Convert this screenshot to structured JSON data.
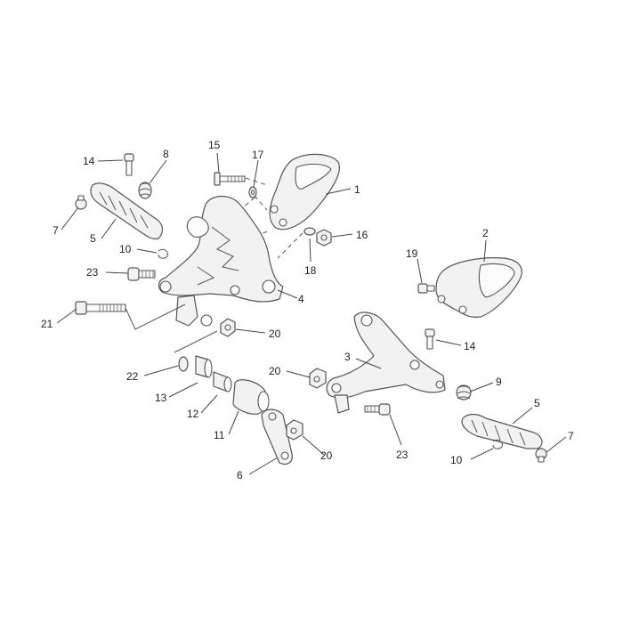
{
  "callouts": [
    {
      "id": "c1",
      "text": "1"
    },
    {
      "id": "c2",
      "text": "2"
    },
    {
      "id": "c3",
      "text": "3"
    },
    {
      "id": "c4",
      "text": "4"
    },
    {
      "id": "c5a",
      "text": "5"
    },
    {
      "id": "c5b",
      "text": "5"
    },
    {
      "id": "c6",
      "text": "6"
    },
    {
      "id": "c7a",
      "text": "7"
    },
    {
      "id": "c7b",
      "text": "7"
    },
    {
      "id": "c8",
      "text": "8"
    },
    {
      "id": "c9",
      "text": "9"
    },
    {
      "id": "c10a",
      "text": "10"
    },
    {
      "id": "c10b",
      "text": "10"
    },
    {
      "id": "c11",
      "text": "11"
    },
    {
      "id": "c12",
      "text": "12"
    },
    {
      "id": "c13",
      "text": "13"
    },
    {
      "id": "c14a",
      "text": "14"
    },
    {
      "id": "c14b",
      "text": "14"
    },
    {
      "id": "c15",
      "text": "15"
    },
    {
      "id": "c16",
      "text": "16"
    },
    {
      "id": "c17",
      "text": "17"
    },
    {
      "id": "c18",
      "text": "18"
    },
    {
      "id": "c19",
      "text": "19"
    },
    {
      "id": "c20a",
      "text": "20"
    },
    {
      "id": "c20b",
      "text": "20"
    },
    {
      "id": "c20c",
      "text": "20"
    },
    {
      "id": "c21",
      "text": "21"
    },
    {
      "id": "c22",
      "text": "22"
    },
    {
      "id": "c23a",
      "text": "23"
    },
    {
      "id": "c23b",
      "text": "23"
    }
  ]
}
